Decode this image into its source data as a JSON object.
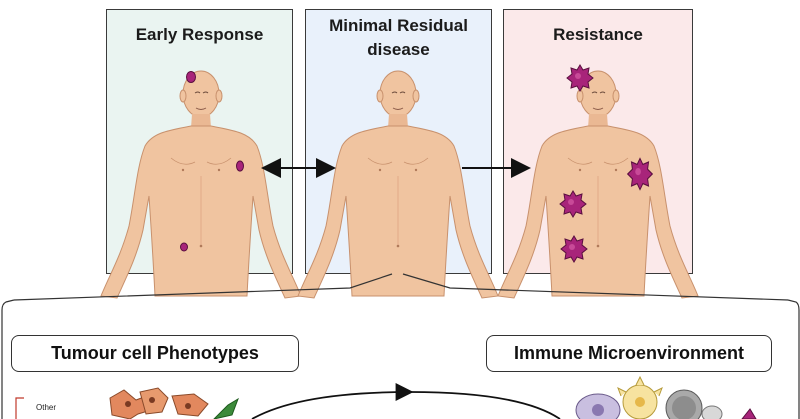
{
  "panels": [
    {
      "title_line1": "Early Response",
      "title_line2": "",
      "bg": "#eaf4f1"
    },
    {
      "title_line1": "Minimal Residual",
      "title_line2": "disease",
      "bg": "#e9f1fb"
    },
    {
      "title_line1": "Resistance",
      "title_line2": "",
      "bg": "#fbe9ea"
    }
  ],
  "bottom": {
    "left_label": "Tumour cell Phenotypes",
    "right_label": "Immune Microenvironment",
    "side_label": "Other"
  },
  "colors": {
    "skin": "#f0c4a0",
    "skin_shadow": "#d9a07c",
    "tumour": "#a8247a",
    "tumour_dark": "#5a0f3f",
    "border": "#333333"
  }
}
